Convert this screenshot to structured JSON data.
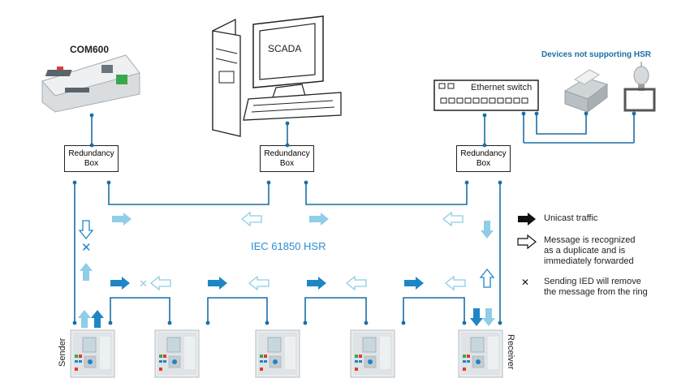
{
  "devices": {
    "com600_label": "COM600",
    "scada_label": "SCADA",
    "ethernet_switch_label": "Ethernet switch",
    "no_hsr_label": "Devices not supporting HSR"
  },
  "redundancy_boxes": [
    {
      "line1": "Redundancy",
      "line2": "Box"
    },
    {
      "line1": "Redundancy",
      "line2": "Box"
    },
    {
      "line1": "Redundancy",
      "line2": "Box"
    }
  ],
  "ring_label": "IEC 61850 HSR",
  "ied_labels": {
    "sender": "Sender",
    "receiver": "Receiver"
  },
  "legend": {
    "unicast": "Unicast traffic",
    "duplicate_lines": [
      "Message is recognized",
      "as a duplicate and is",
      "immediately forwarded"
    ],
    "remove_lines": [
      "Sending IED will remove",
      "the message from the ring"
    ]
  },
  "colors": {
    "line": "#1a6fa6",
    "arrow_dark": "#1f86c6",
    "arrow_light": "#8fcde8",
    "ring_label": "#2b8fd0",
    "no_hsr_label": "#1a6fa6"
  }
}
